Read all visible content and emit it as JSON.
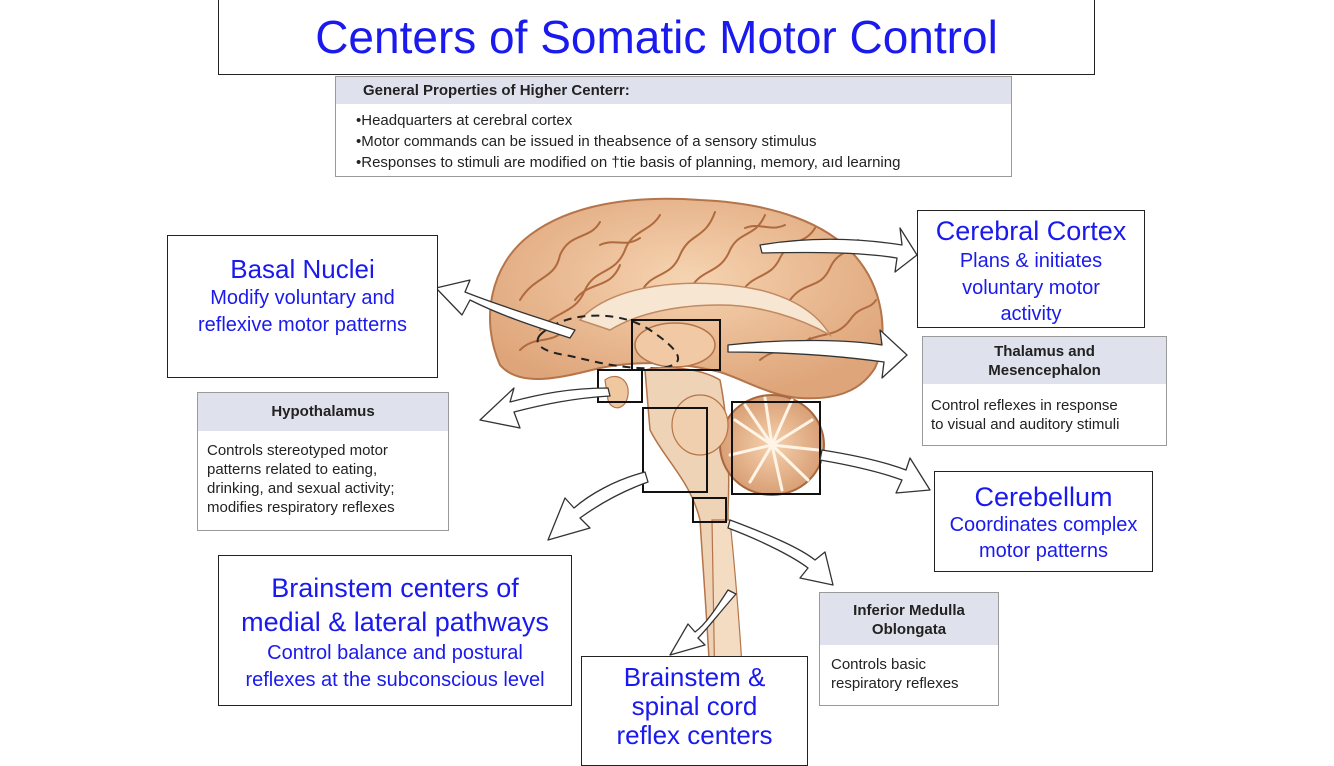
{
  "title": "Centers of Somatic Motor Control",
  "general": {
    "heading": "General Properties of Higher Centerr:",
    "items": [
      "•Headquarters at cerebral cortex",
      "•Motor commands can be issued in theabsence of a sensory stimulus",
      "•Responses to stimuli are modified on †tie basis of planning, memory, aıd learning"
    ]
  },
  "basal": {
    "title": "Basal Nuclei",
    "lines": [
      "Modify voluntary and",
      "reflexive motor patterns"
    ]
  },
  "cortex": {
    "title": "Cerebral Cortex",
    "lines": [
      "Plans & initiates",
      "voluntary motor",
      "activity"
    ]
  },
  "thalamus": {
    "heading": [
      "Thalamus and",
      "Mesencephalon"
    ],
    "lines": [
      "Control reflexes in response",
      "to visual and auditory stimuli"
    ]
  },
  "hypothalamus": {
    "heading": "Hypothalamus",
    "lines": [
      "Controls stereotyped motor",
      "patterns related to eating,",
      "drinking, and sexual activity;",
      "modifies respiratory reflexes"
    ]
  },
  "cerebellum": {
    "title": "Cerebellum",
    "lines": [
      "Coordinates complex",
      "motor patterns"
    ]
  },
  "brainstem_centers": {
    "title": [
      "Brainstem centers of",
      "medial & lateral pathways"
    ],
    "lines": [
      "Control balance and postural",
      "reflexes at the subconscious level"
    ]
  },
  "medulla": {
    "heading": [
      "Inferior Medulla",
      "Oblongata"
    ],
    "lines": [
      "Controls basic",
      "respiratory reflexes"
    ]
  },
  "reflex": {
    "title": [
      "Brainstem &",
      "spinal cord",
      "reflex centers"
    ]
  },
  "colors": {
    "label_blue": "#1a1aee",
    "tissue": "#e9b88e",
    "gyrus_edge": "#a8683f",
    "header_gray": "#dfe1ec"
  }
}
